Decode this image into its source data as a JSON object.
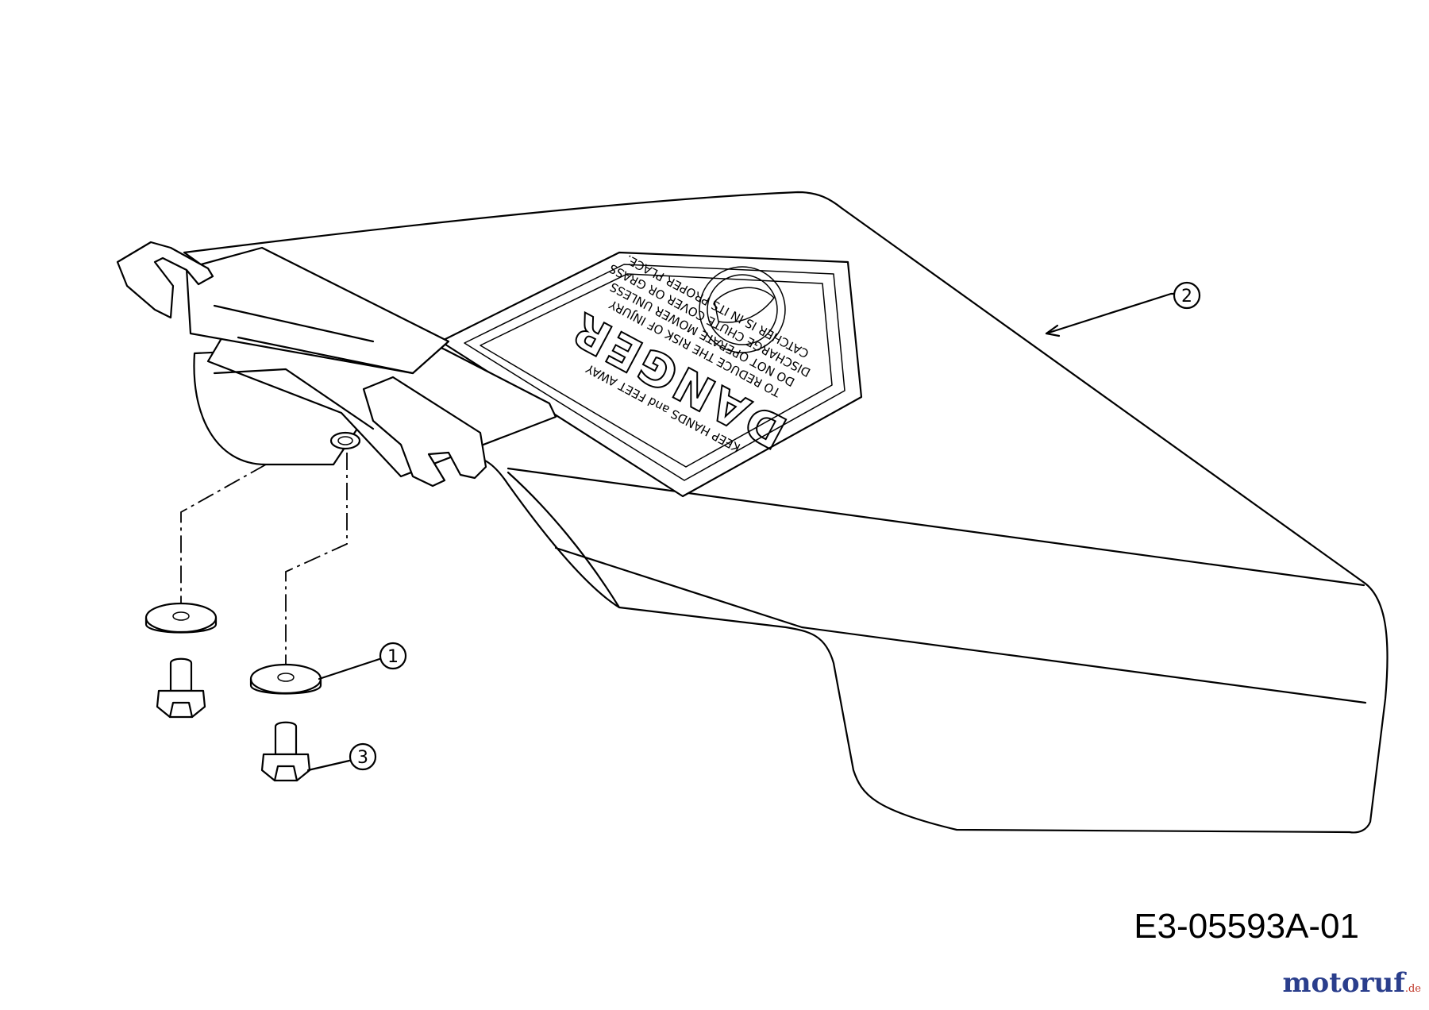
{
  "figure_code": "E3-05593A-01",
  "watermark": {
    "brand": "motoruf",
    "suffix": ".de"
  },
  "callouts": [
    {
      "number": "1"
    },
    {
      "number": "2"
    },
    {
      "number": "3"
    }
  ],
  "decal": {
    "header": "KEEP HANDS and FEET AWAY",
    "title": "DANGER",
    "lines": [
      "TO REDUCE THE RISK OF INJURY",
      "DO NOT OPERATE MOWER UNLESS",
      "DISCHARGE CHUTE COVER OR GRASS",
      "CATCHER IS IN ITS PROPER PLACE."
    ]
  },
  "colors": {
    "watermark_brand": "#2a3e8c",
    "watermark_suffix": "#c0392b",
    "line": "#000000"
  }
}
